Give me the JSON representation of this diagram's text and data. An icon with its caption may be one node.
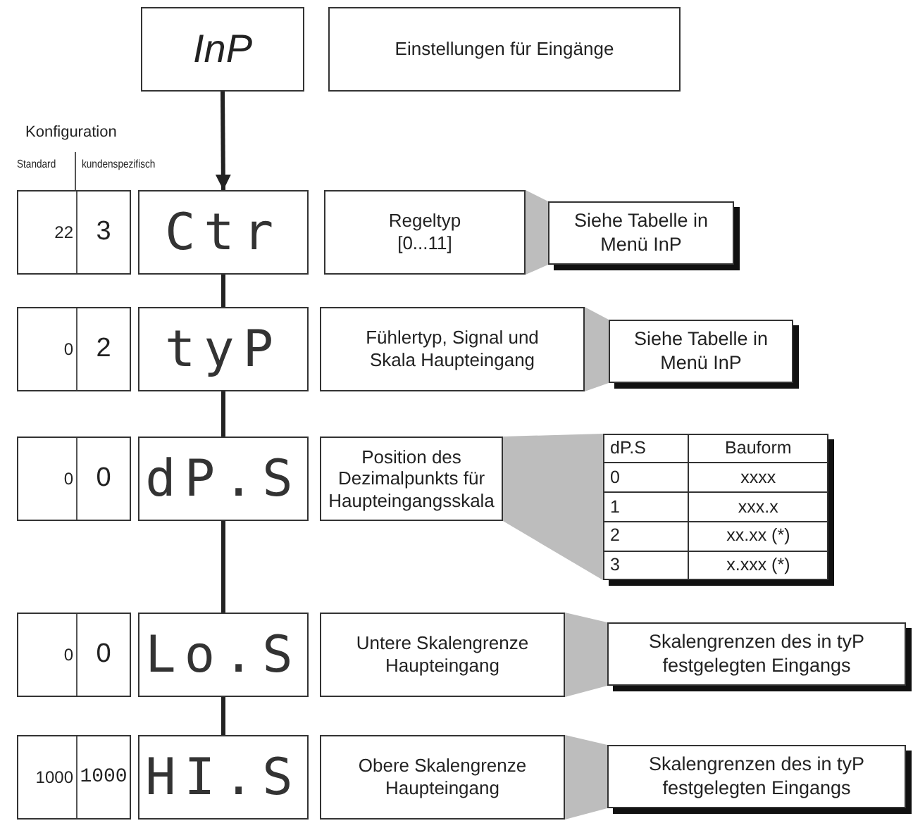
{
  "diagram": {
    "nodes": [
      {
        "text": [
          "InP"
        ]
      },
      {
        "text": [
          "Einstellungen für Eingänge"
        ]
      },
      {
        "text": [
          "22",
          "3"
        ]
      },
      {
        "text": [
          "Ctr"
        ]
      },
      {
        "text": [
          "Regeltyp [0...11]"
        ]
      },
      {
        "text": [
          "Siehe Tabelle in Menü InP"
        ]
      },
      {
        "text": [
          "0",
          "2"
        ]
      },
      {
        "text": [
          "tyP"
        ]
      },
      {
        "text": [
          "Fühlertyp, Signal und Skala Haupteingang"
        ]
      },
      {
        "text": [
          "Siehe Tabelle in Menü InP"
        ]
      },
      {
        "text": [
          "0",
          "0"
        ]
      },
      {
        "text": [
          "dP.S"
        ]
      },
      {
        "text": [
          "Position des Dezimalpunkts für Haupteingangsskala"
        ]
      },
      {
        "text": [
          "dP.S",
          "Bauform",
          "0",
          "xxxx",
          "1",
          "xxx.x",
          "2",
          "xx.xx (*)",
          "3",
          "x.xxx (*)"
        ]
      },
      {
        "text": [
          "0",
          "0"
        ]
      },
      {
        "text": [
          "Lo.S"
        ]
      },
      {
        "text": [
          "Untere Skalengrenze Haupteingang"
        ]
      },
      {
        "text": [
          "Skalengrenzen des in tyP festgelegten Eingangs"
        ]
      },
      {
        "text": [
          "1000",
          "1000"
        ]
      },
      {
        "text": [
          "HI.S"
        ]
      },
      {
        "text": [
          "Obere Skalengrenze Haupteingang"
        ]
      },
      {
        "text": [
          "Skalengrenzen des in tyP festgelegten Eingangs"
        ]
      }
    ],
    "edges": [
      {
        "from": 0,
        "to": 3,
        "arrow": "to"
      },
      {
        "from": 3,
        "to": 7,
        "arrow": "none"
      },
      {
        "from": 7,
        "to": 11,
        "arrow": "none"
      },
      {
        "from": 11,
        "to": 15,
        "arrow": "none"
      },
      {
        "from": 15,
        "to": 19,
        "arrow": "none"
      },
      {
        "from": 4,
        "to": 5,
        "arrow": "none",
        "style": "thick",
        "color": "#bdbdbd"
      },
      {
        "from": 8,
        "to": 9,
        "arrow": "none",
        "style": "thick",
        "color": "#bdbdbd"
      },
      {
        "from": 12,
        "to": 13,
        "arrow": "none",
        "style": "thick",
        "color": "#bdbdbd"
      },
      {
        "from": 16,
        "to": 17,
        "arrow": "none",
        "style": "thick",
        "color": "#bdbdbd"
      },
      {
        "from": 20,
        "to": 21,
        "arrow": "none",
        "style": "thick",
        "color": "#bdbdbd"
      }
    ],
    "labels": [
      "Konfiguration",
      "Standard",
      "kundenspezifisch"
    ]
  }
}
